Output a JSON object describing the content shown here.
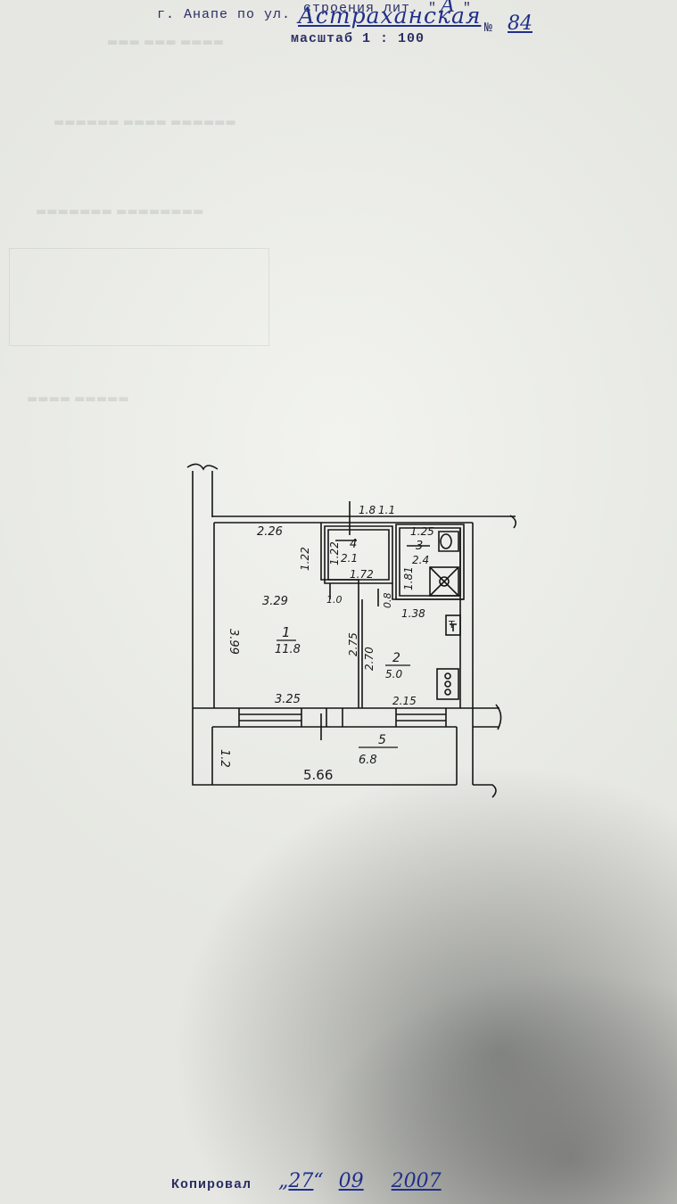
{
  "header": {
    "top_line": "строения лит. \"",
    "top_line_value": "A",
    "address_prefix": "г. Анапе по ул.",
    "street": "Астраханская",
    "number_sign": "№",
    "number": "84",
    "scale": "масштаб 1 : 100"
  },
  "plan": {
    "dims": {
      "top_left_width": "2.26",
      "left_height": "3.99",
      "room1_width": "3.29",
      "room1_bottom_width": "3.25",
      "room4_height_left": "1.22",
      "room4_height_right": "1.22",
      "room4_width": "1.72",
      "corridor_top": "1.8",
      "corridor_top_right": "1.1",
      "room3_width": "1.25",
      "room3_height": "1.81",
      "room2_top_width": "1.38",
      "room2_left_height": "2.75",
      "room2_left_height_2": "2.70",
      "room2_bottom_width": "2.15",
      "small_left": "1.0",
      "small_right": "0.8",
      "balcony_height": "1.2",
      "balcony_width": "5.66"
    },
    "rooms": [
      {
        "number": "1",
        "area": "11.8"
      },
      {
        "number": "2",
        "area": "5.0"
      },
      {
        "number": "3",
        "area": "2.4"
      },
      {
        "number": "4",
        "area": "2.1"
      },
      {
        "number": "5",
        "area": "6.8"
      }
    ],
    "appliances": {
      "toilet_icon": "toilet-icon",
      "shower_icon": "shower-tray-icon",
      "sink_symbol": "T",
      "stove_symbol": "stove-icon"
    }
  },
  "footer": {
    "label": "Копировал",
    "day": "27",
    "month": "09",
    "year": "2007"
  }
}
